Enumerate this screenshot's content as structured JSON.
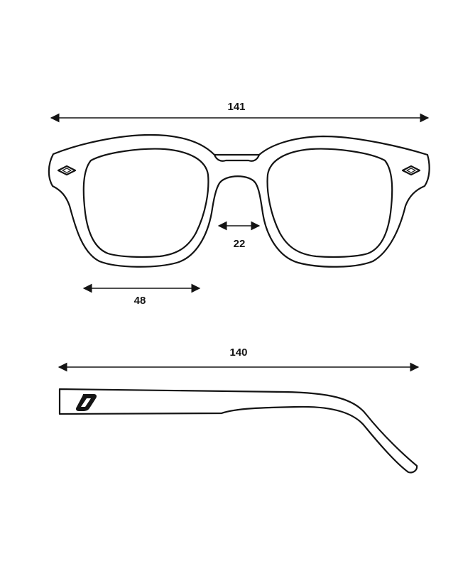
{
  "measurements": {
    "total_width": "141",
    "bridge_width": "22",
    "lens_width": "48",
    "temple_length": "140"
  },
  "colors": {
    "line": "#141414",
    "background": "#ffffff"
  }
}
